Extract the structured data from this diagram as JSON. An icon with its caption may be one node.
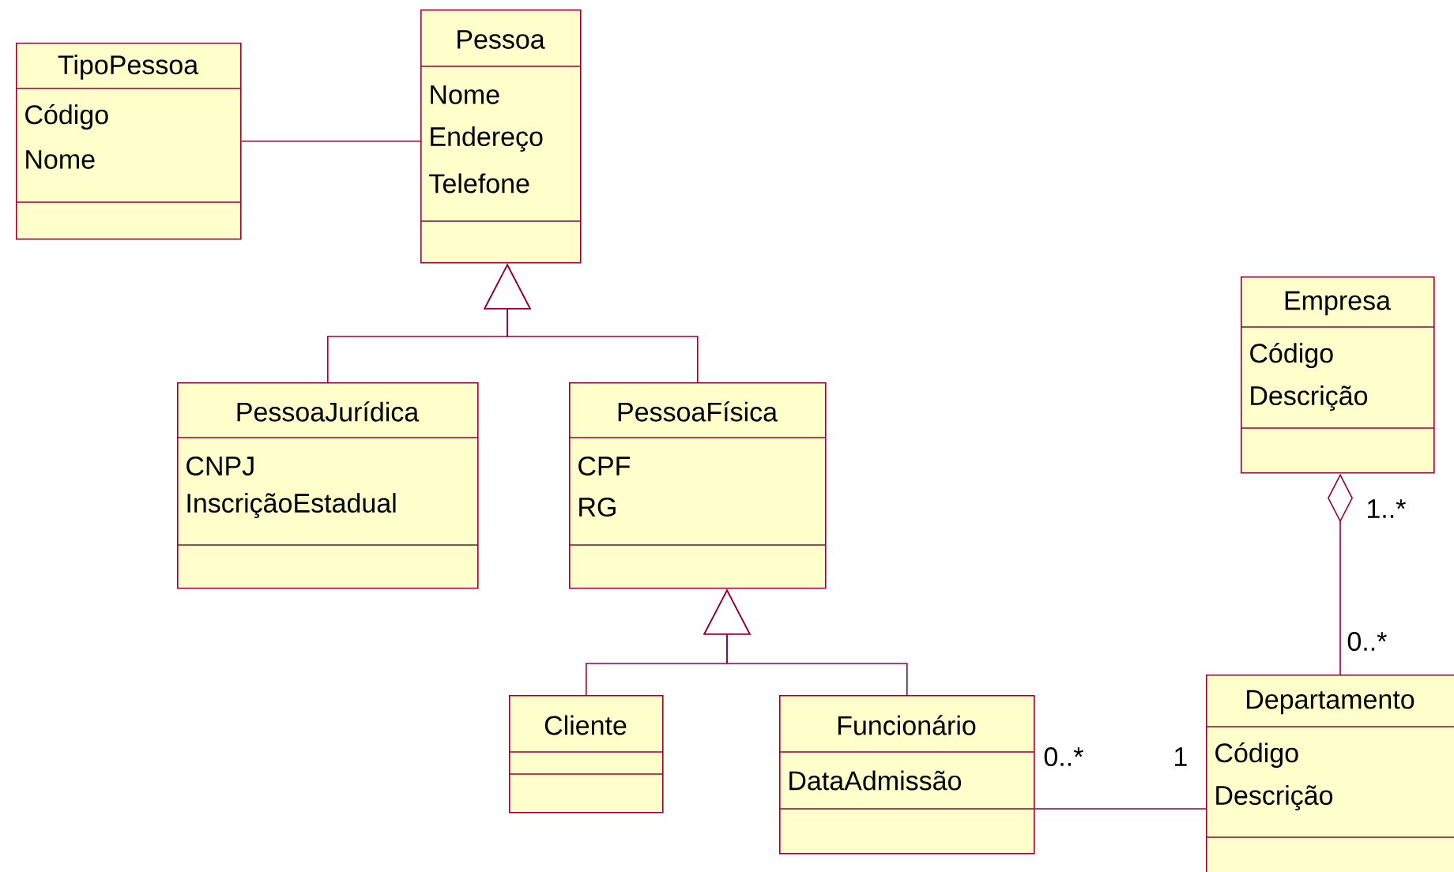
{
  "diagram": {
    "nodes": [
      {
        "text": [
          "TipoPessoa",
          "Código",
          "Nome"
        ]
      },
      {
        "text": [
          "Pessoa",
          "Nome",
          "Endereço",
          "Telefone"
        ]
      },
      {
        "text": [
          "PessoaJurídica",
          "CNPJ",
          "InscriçãoEstadual"
        ]
      },
      {
        "text": [
          "PessoaFísica",
          "CPF",
          "RG"
        ]
      },
      {
        "text": [
          "Empresa",
          "Código",
          "Descrição"
        ]
      },
      {
        "text": [
          "Cliente"
        ]
      },
      {
        "text": [
          "Funcionário",
          "DataAdmissão"
        ]
      },
      {
        "text": [
          "Departamento",
          "Código",
          "Descrição"
        ]
      }
    ],
    "edges": [
      {
        "from": 0,
        "to": 1,
        "arrow": "none"
      },
      {
        "from": 2,
        "to": 1,
        "arrow": "to"
      },
      {
        "from": 3,
        "to": 1,
        "arrow": "to"
      },
      {
        "from": 5,
        "to": 3,
        "arrow": "to"
      },
      {
        "from": 6,
        "to": 3,
        "arrow": "to"
      },
      {
        "from": 4,
        "to": 7,
        "arrow": "other"
      },
      {
        "from": 6,
        "to": 7,
        "arrow": "none"
      }
    ],
    "labels": [
      "1..*",
      "0..*",
      "0..*",
      "1"
    ]
  }
}
